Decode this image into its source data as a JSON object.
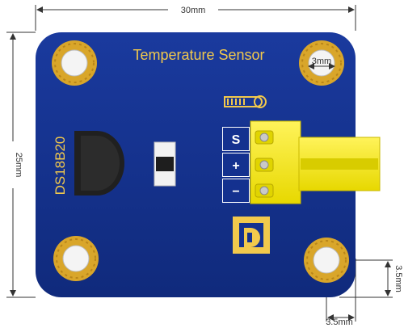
{
  "board": {
    "title": "Temperature Sensor",
    "chip_label": "DS18B20",
    "colors": {
      "pcb": "#14318f",
      "pad": "#d9a62a",
      "silk": "#f2c94c",
      "connector": "#f6f000"
    }
  },
  "pins": [
    {
      "label": "S"
    },
    {
      "label": "+"
    },
    {
      "label": "−"
    }
  ],
  "dimensions": {
    "width": "30mm",
    "height": "25mm",
    "hole_diameter": "3mm",
    "hole_offset_x": "3.5mm",
    "hole_offset_y": "3.5mm"
  },
  "icons": [
    "thermometer-icon",
    "brand-logo-icon"
  ]
}
